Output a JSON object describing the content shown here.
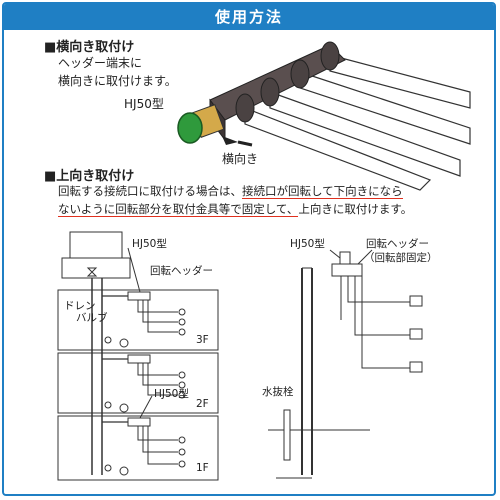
{
  "header": {
    "title": "使用方法"
  },
  "horizontal": {
    "heading": "■横向き取付け",
    "desc": [
      "ヘッダー端末に",
      "横向きに取付けます。"
    ],
    "model_label": "HJ50型",
    "direction_label": "横向き"
  },
  "upward": {
    "heading": "■上向き取付け",
    "desc_line1_a": "回転する接続口に取付ける場合は、",
    "desc_line1_b": "接続口が回転して下向きになら",
    "desc_line2_a": "ないように回転部分を取付金具等で固定して、",
    "desc_line2_b": "上向きに取付けます。"
  },
  "building": {
    "model_label": "HJ50型",
    "header_label": "回転ヘッダー",
    "drain_label_1": "ドレン",
    "drain_label_2": "バルブ",
    "floors": [
      "3F",
      "2F",
      "1F"
    ],
    "model_label_2f": "HJ50型"
  },
  "detail": {
    "model_label": "HJ50型",
    "header_label": "回転ヘッダー",
    "fixed_label": "（回転部固定）",
    "drain_plug_label": "水抜栓"
  },
  "colors": {
    "accent": "#1f7fc4",
    "fitting_green": "#2f9a3c",
    "underline": "#e0301e"
  }
}
